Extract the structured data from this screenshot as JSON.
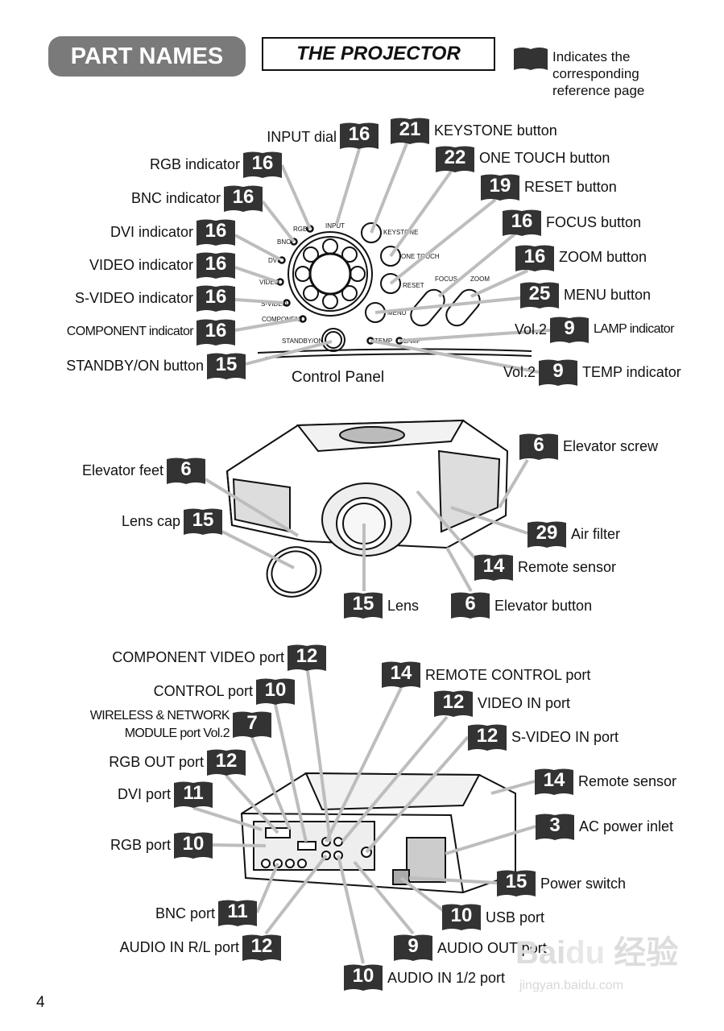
{
  "header": {
    "title": "PART NAMES",
    "section": "THE PROJECTOR",
    "legend_icon": "book-icon",
    "legend_lines": [
      "Indicates the",
      "corresponding",
      "reference page"
    ]
  },
  "control_panel": {
    "caption": "Control Panel",
    "panel_labels": [
      "RGB",
      "BNC",
      "DVI",
      "VIDEO",
      "S-VIDEO",
      "COMPONENT",
      "INPUT",
      "KEYSTONE",
      "ONE TOUCH",
      "RESET",
      "FOCUS",
      "ZOOM",
      "MENU",
      "STANDBY/ON",
      "TEMP",
      "LAMP"
    ]
  },
  "callouts": [
    {
      "label": "INPUT dial",
      "page": "16"
    },
    {
      "label": "RGB indicator",
      "page": "16"
    },
    {
      "label": "BNC indicator",
      "page": "16"
    },
    {
      "label": "DVI indicator",
      "page": "16"
    },
    {
      "label": "VIDEO indicator",
      "page": "16"
    },
    {
      "label": "S-VIDEO indicator",
      "page": "16"
    },
    {
      "label": "COMPONENT indicator",
      "page": "16"
    },
    {
      "label": "STANDBY/ON button",
      "page": "15"
    },
    {
      "label": "KEYSTONE button",
      "page": "21"
    },
    {
      "label": "ONE TOUCH button",
      "page": "22"
    },
    {
      "label": "RESET button",
      "page": "19"
    },
    {
      "label": "FOCUS button",
      "page": "16"
    },
    {
      "label": "ZOOM button",
      "page": "16"
    },
    {
      "label": "MENU button",
      "page": "25"
    },
    {
      "label": "LAMP indicator",
      "page": "9",
      "prefix": "Vol.2"
    },
    {
      "label": "TEMP indicator",
      "page": "9",
      "prefix": "Vol.2"
    },
    {
      "label": "Elevator feet",
      "page": "6"
    },
    {
      "label": "Lens cap",
      "page": "15"
    },
    {
      "label": "Lens",
      "page": "15"
    },
    {
      "label": "Elevator button",
      "page": "6"
    },
    {
      "label": "Elevator screw",
      "page": "6"
    },
    {
      "label": "Air filter",
      "page": "29"
    },
    {
      "label": "Remote sensor",
      "page": "14"
    },
    {
      "label": "COMPONENT VIDEO port",
      "page": "12"
    },
    {
      "label": "CONTROL port",
      "page": "10"
    },
    {
      "label": "WIRELESS & NETWORK",
      "label2": "MODULE port  Vol.2",
      "page": "7"
    },
    {
      "label": "RGB OUT port",
      "page": "12"
    },
    {
      "label": "DVI port",
      "page": "11"
    },
    {
      "label": "RGB port",
      "page": "10"
    },
    {
      "label": "BNC port",
      "page": "11"
    },
    {
      "label": "AUDIO IN R/L port",
      "page": "12"
    },
    {
      "label": "AUDIO IN 1/2 port",
      "page": "10"
    },
    {
      "label": "AUDIO OUT port",
      "page": "9"
    },
    {
      "label": "USB port",
      "page": "10"
    },
    {
      "label": "Power switch",
      "page": "15"
    },
    {
      "label": "AC power inlet",
      "page": "3"
    },
    {
      "label": "Remote sensor",
      "page": "14"
    },
    {
      "label": "S-VIDEO IN port",
      "page": "12"
    },
    {
      "label": "VIDEO IN port",
      "page": "12"
    },
    {
      "label": "REMOTE CONTROL port",
      "page": "14"
    }
  ],
  "page_number": "4",
  "watermark": {
    "text": "Baidu 经验",
    "url": "jingyan.baidu.com"
  },
  "colors": {
    "badge": "#333333",
    "pill": "#7a7a7a",
    "leader": "#bdbdbd"
  }
}
